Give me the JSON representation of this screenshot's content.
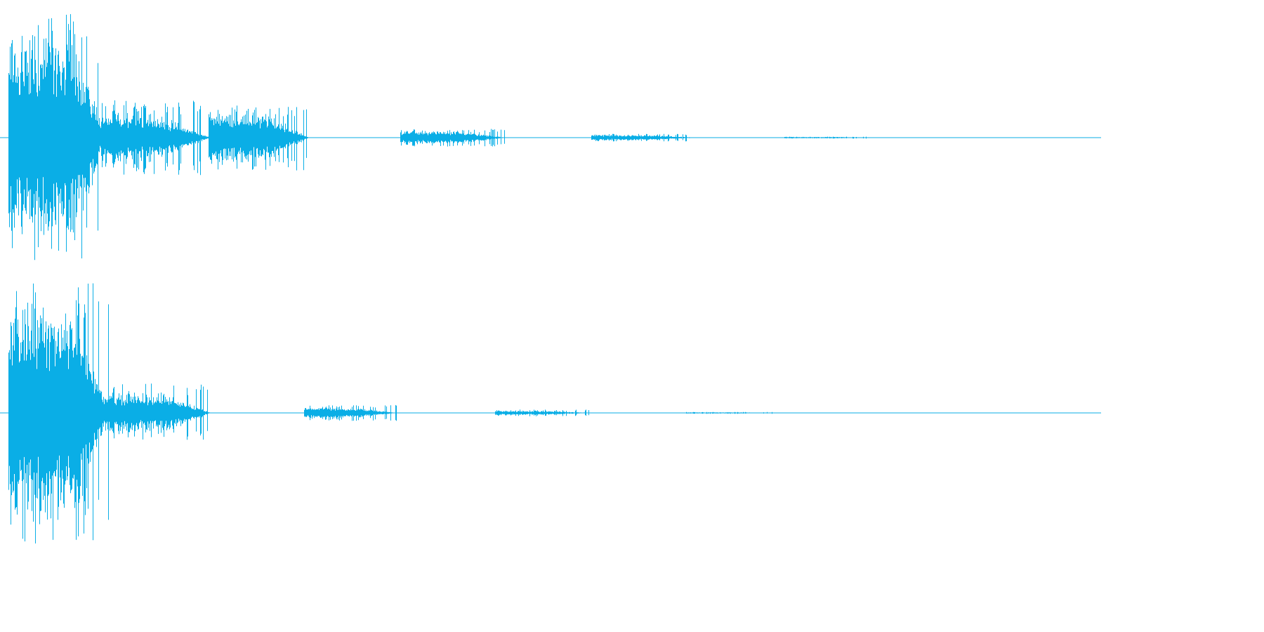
{
  "waveform": {
    "color": "#0aaee6",
    "background": "#ffffff",
    "channels": [
      {
        "name": "",
        "bursts": [
          {
            "start": 0.0,
            "end": 0.09,
            "peak": 0.98,
            "sustain": 0.8,
            "decay": 0.7
          },
          {
            "start": 0.085,
            "end": 0.185,
            "peak": 0.3,
            "sustain": 0.18,
            "decay": 0.55
          },
          {
            "start": 0.183,
            "end": 0.275,
            "peak": 0.26,
            "sustain": 0.2,
            "decay": 0.6
          },
          {
            "start": 0.358,
            "end": 0.455,
            "peak": 0.07,
            "sustain": 0.05,
            "decay": 0.6
          },
          {
            "start": 0.533,
            "end": 0.63,
            "peak": 0.03,
            "sustain": 0.02,
            "decay": 0.6
          },
          {
            "start": 0.71,
            "end": 0.79,
            "peak": 0.008,
            "sustain": 0.006,
            "decay": 0.6
          }
        ]
      },
      {
        "name": "",
        "bursts": [
          {
            "start": 0.0,
            "end": 0.092,
            "peak": 0.98,
            "sustain": 0.8,
            "decay": 0.7
          },
          {
            "start": 0.088,
            "end": 0.185,
            "peak": 0.22,
            "sustain": 0.14,
            "decay": 0.65
          },
          {
            "start": 0.27,
            "end": 0.355,
            "peak": 0.06,
            "sustain": 0.04,
            "decay": 0.6
          },
          {
            "start": 0.445,
            "end": 0.535,
            "peak": 0.025,
            "sustain": 0.015,
            "decay": 0.6
          },
          {
            "start": 0.62,
            "end": 0.7,
            "peak": 0.007,
            "sustain": 0.005,
            "decay": 0.6
          }
        ]
      }
    ]
  }
}
